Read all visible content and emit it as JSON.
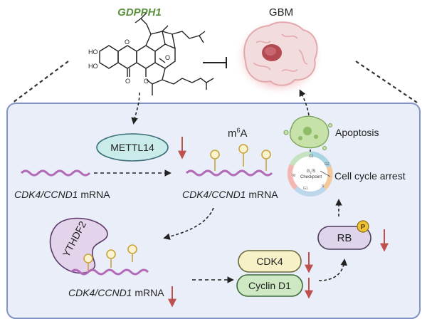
{
  "compound": {
    "name": "GDPPH1",
    "color": "#5a8f3c"
  },
  "target": {
    "label": "GBM"
  },
  "labels": {
    "mettl14": "METTL14",
    "m6a_base": "m",
    "m6a_sup": "6",
    "m6a_tail": "A",
    "apoptosis": "Apoptosis",
    "cell_cycle_arrest": "Cell cycle arrest",
    "ythdf2": "YTHDF2",
    "cdk4": "CDK4",
    "cyclin_d1": "Cyclin D1",
    "rb": "RB",
    "phospho": "P",
    "mrna_gene": "CDK4/CCND1",
    "mrna_suffix": " mRNA"
  },
  "cell_cycle": {
    "center_line1": "G",
    "center_line1_sub": "1",
    "center_line1_tail": "/S",
    "center_line2": "Checkpoint",
    "phases": [
      "G1",
      "G2",
      "M",
      "G1",
      "S"
    ]
  },
  "molecule_atoms": [
    "HO",
    "HO",
    "O",
    "O",
    "O",
    "O"
  ],
  "colors": {
    "panel_bg": "#e9eef8",
    "panel_border": "#7f93c4",
    "mettl14_fill": "#c9ecea",
    "ythdf2_fill": "#e3d4ec",
    "cdk4_fill": "#f7f1c8",
    "cyclin_fill": "#cfe8c4",
    "rb_fill": "#ded5ea",
    "phospho_fill": "#f1c232",
    "down_arrow": "#c0504d",
    "rna": "#b169b7",
    "m6a_mark": "#c9a43a"
  }
}
